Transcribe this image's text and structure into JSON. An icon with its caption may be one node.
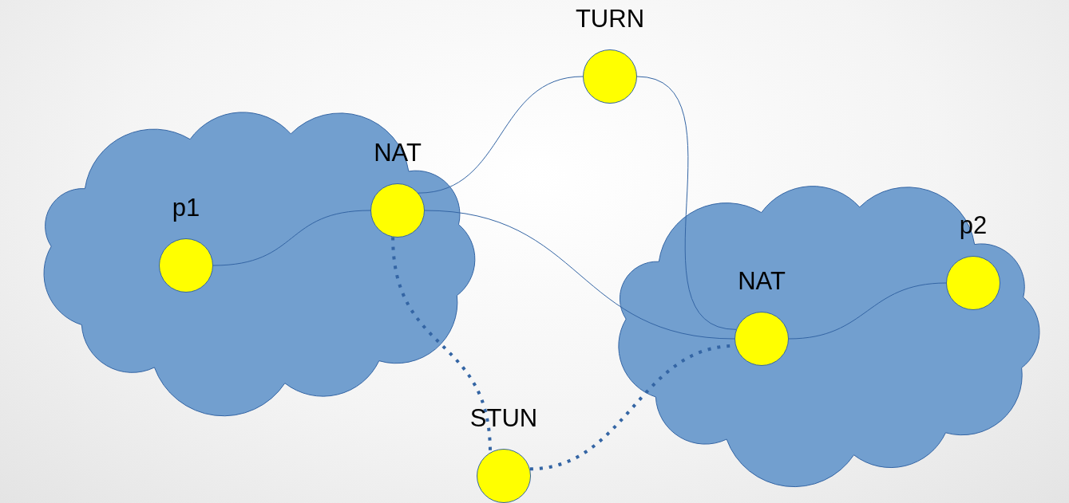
{
  "diagram": {
    "nodes": [
      {
        "text": [],
        "shape": "cloud"
      },
      {
        "text": [
          "p1"
        ],
        "in": 0
      },
      {
        "text": [
          "NAT"
        ],
        "in": 0
      },
      {
        "text": [
          "TURN"
        ]
      },
      {
        "text": [],
        "shape": "cloud"
      },
      {
        "text": [
          "NAT"
        ],
        "in": 4
      },
      {
        "text": [
          "p2"
        ],
        "in": 4
      },
      {
        "text": [
          "STUN"
        ]
      }
    ],
    "edges": [
      {
        "from": 1,
        "to": 2,
        "arrow": "none"
      },
      {
        "from": 2,
        "to": 3,
        "arrow": "none"
      },
      {
        "from": 3,
        "to": 5,
        "arrow": "none"
      },
      {
        "from": 2,
        "to": 5,
        "arrow": "none"
      },
      {
        "from": 5,
        "to": 6,
        "arrow": "none"
      },
      {
        "from": 2,
        "to": 7,
        "arrow": "none",
        "style": "dashed"
      },
      {
        "from": 7,
        "to": 5,
        "arrow": "none",
        "style": "dashed"
      }
    ]
  }
}
